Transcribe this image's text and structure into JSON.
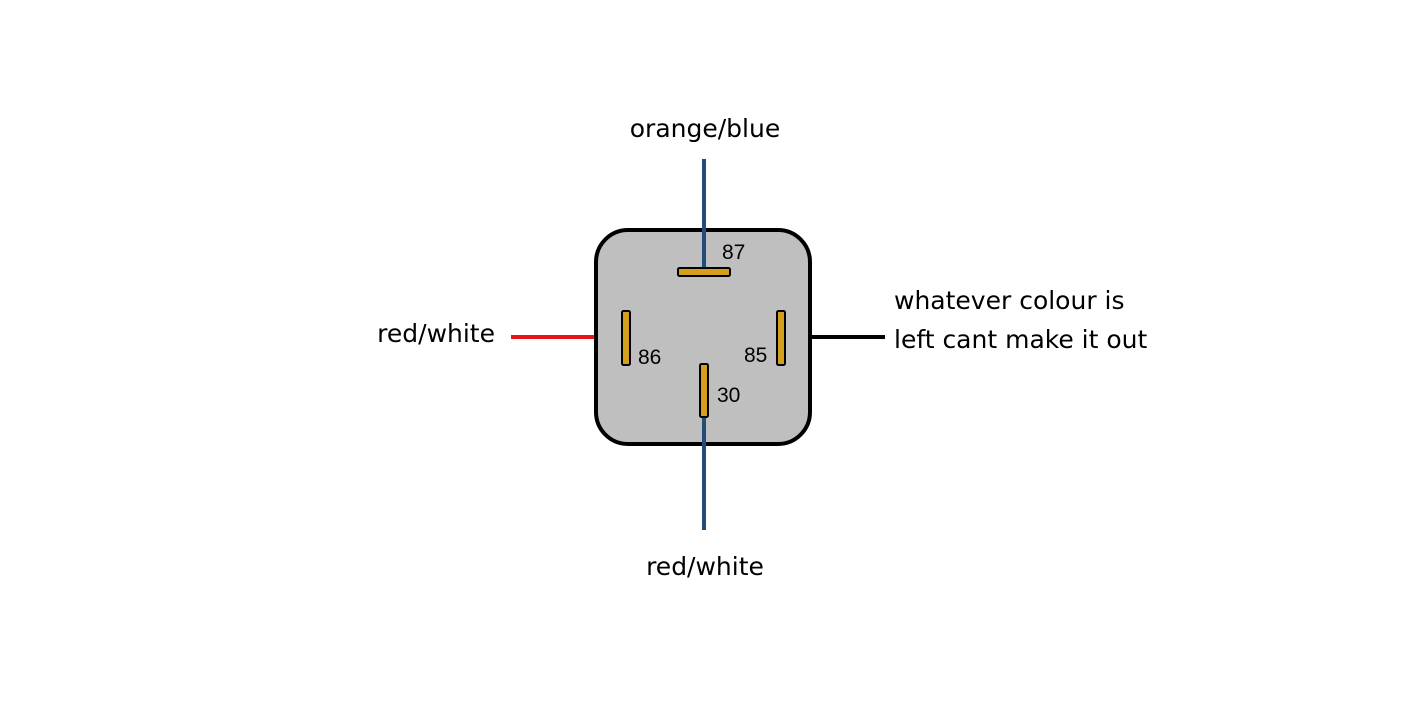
{
  "colors": {
    "relay_body": "#bfbfbf",
    "relay_outline": "#000000",
    "terminal": "#d4a01c",
    "wire_blue": "#1f4e79",
    "wire_red": "#e8141a",
    "wire_black": "#000000"
  },
  "pins": {
    "p87": "87",
    "p86": "86",
    "p85": "85",
    "p30": "30"
  },
  "wire_labels": {
    "top": "orange/blue",
    "left": "red/white",
    "right": "whatever colour is left cant make it out",
    "bottom": "red/white"
  }
}
